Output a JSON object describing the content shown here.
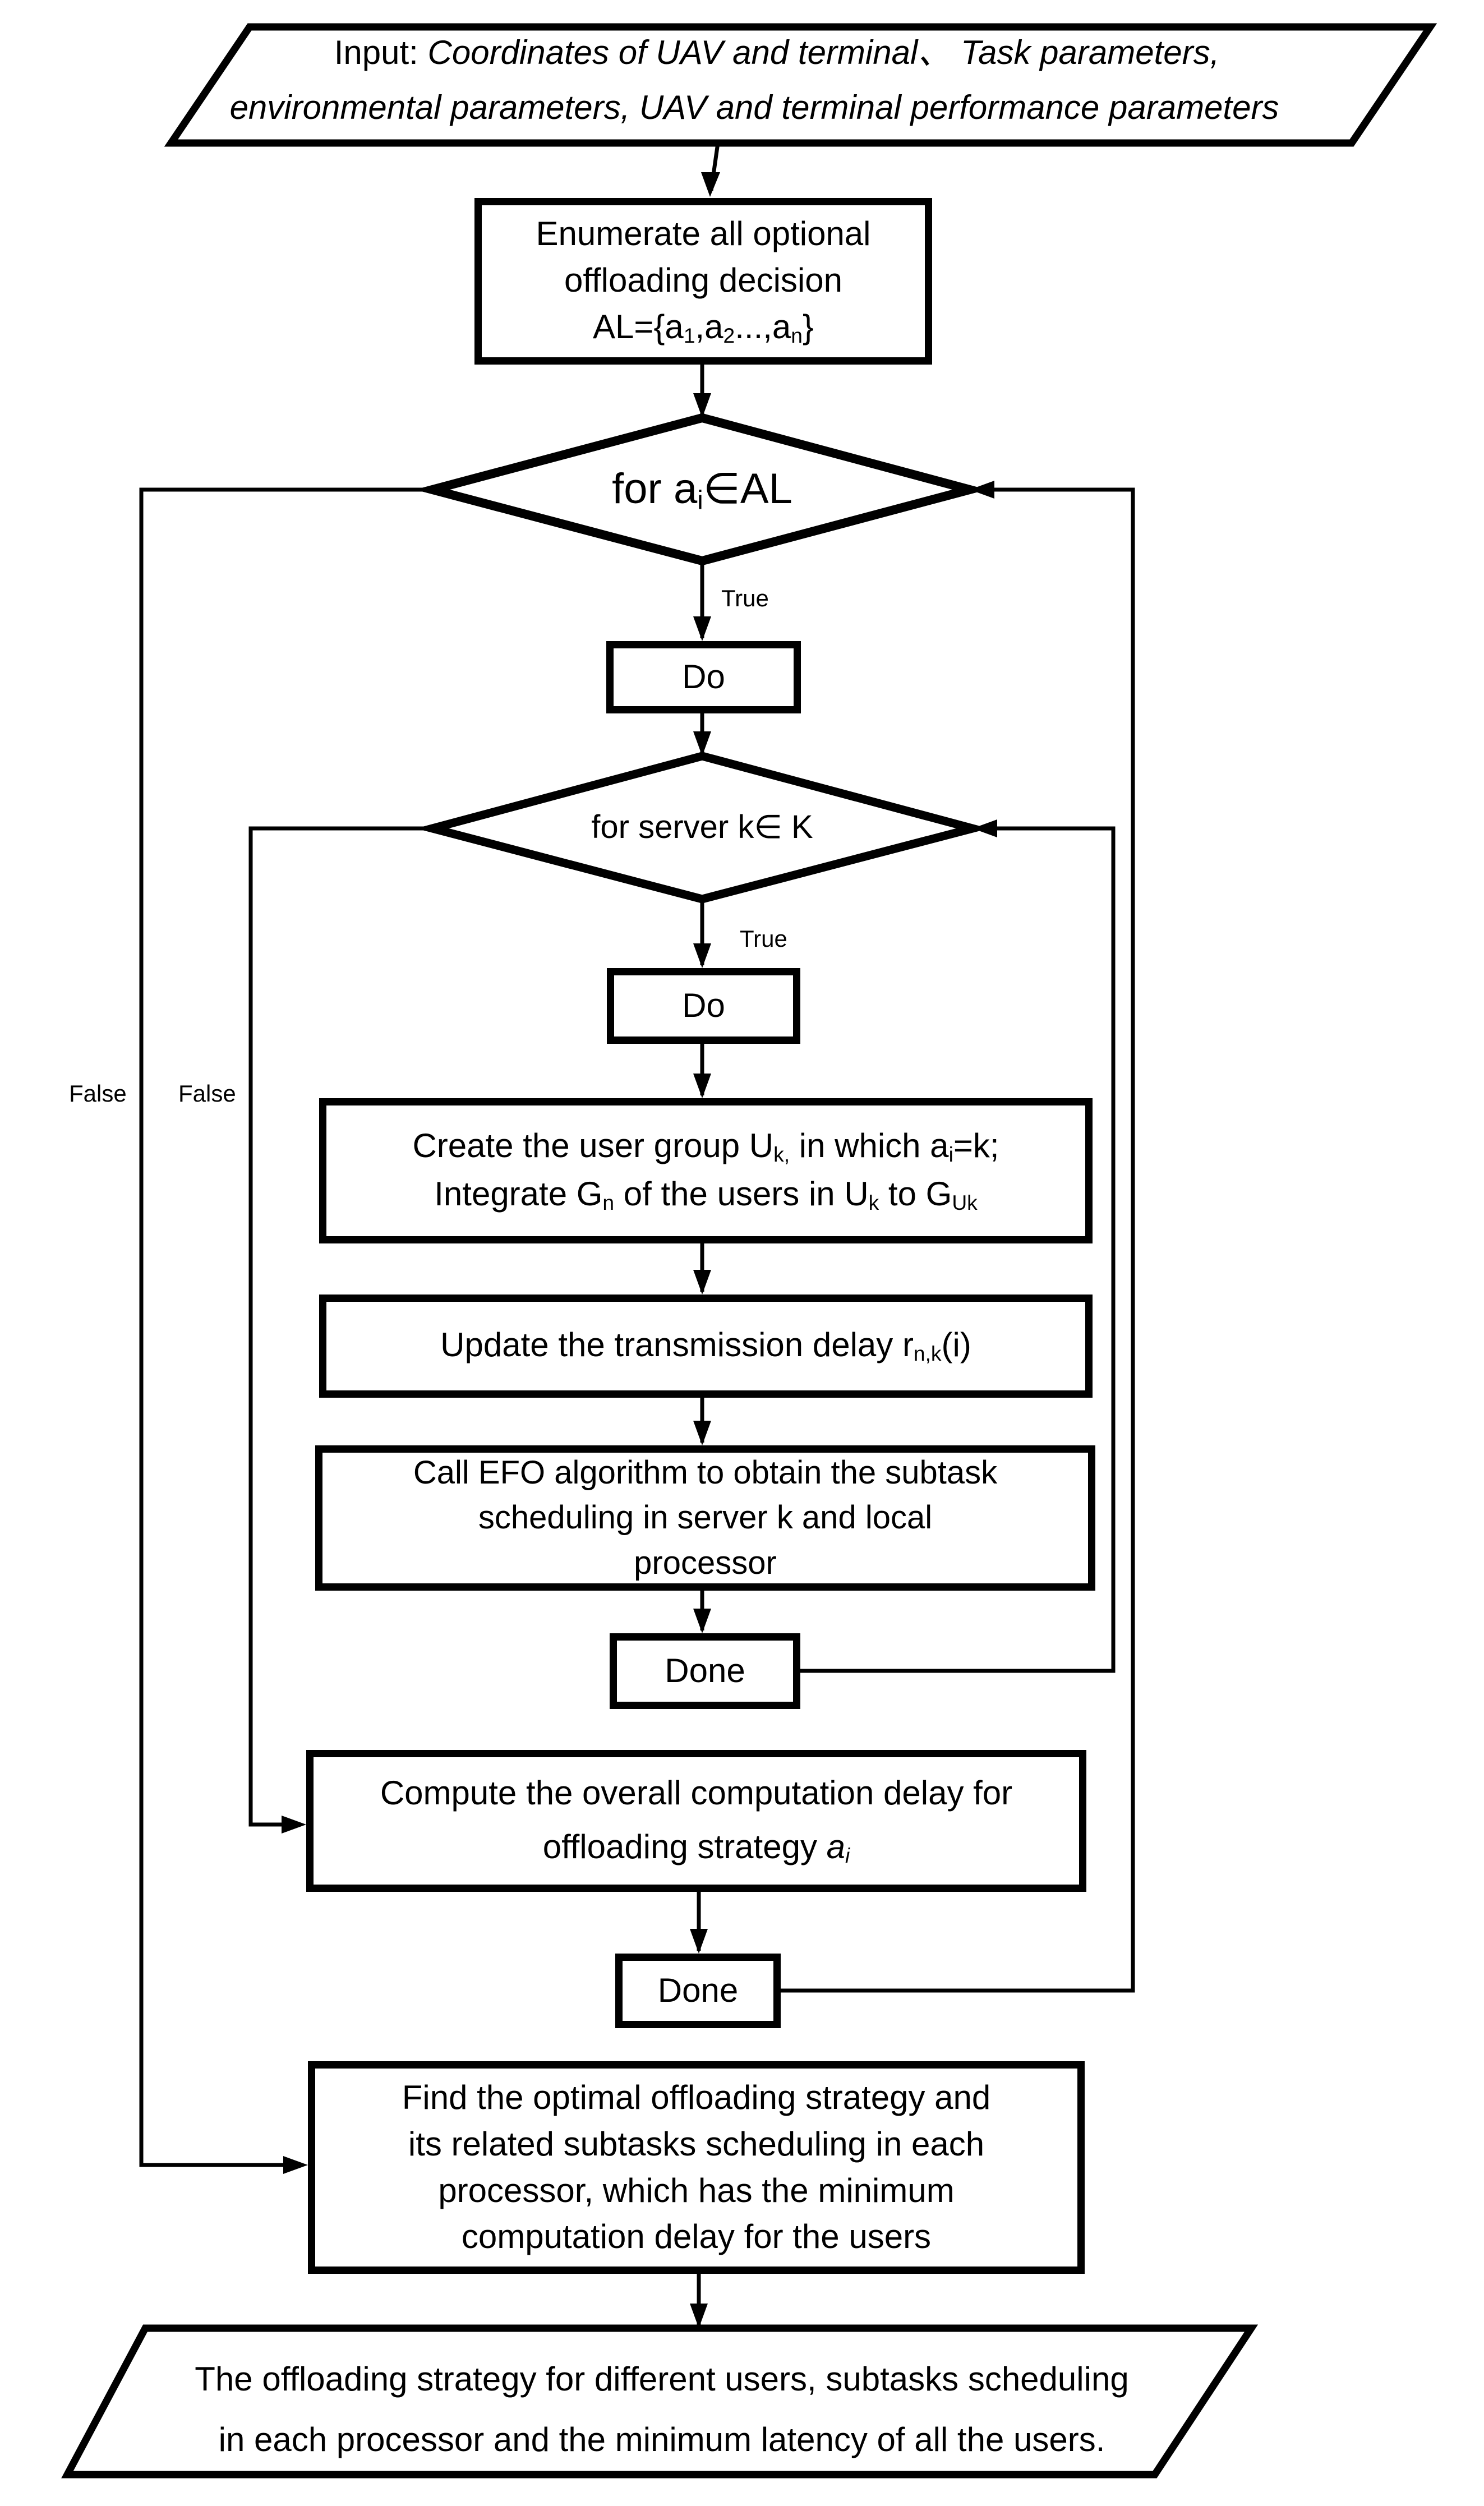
{
  "colors": {
    "line": "#000000",
    "fill": "#ffffff",
    "background": "#ffffff"
  },
  "flow": {
    "input": {
      "line1": [
        {
          "k": "t",
          "v": "Input: "
        },
        {
          "k": "i",
          "v": "Coordinates of UAV and terminal、 Task parameters,"
        }
      ],
      "line2": [
        {
          "k": "i",
          "v": "environmental parameters, UAV and terminal performance parameters"
        }
      ]
    },
    "enumerate": {
      "line1": "Enumerate all optional",
      "line2": "offloading decision",
      "line3": [
        {
          "k": "t",
          "v": "AL={a"
        },
        {
          "k": "sub",
          "v": "1"
        },
        {
          "k": "t",
          "v": ",a"
        },
        {
          "k": "sub",
          "v": "2"
        },
        {
          "k": "t",
          "v": "...,a"
        },
        {
          "k": "sub",
          "v": "n"
        },
        {
          "k": "t",
          "v": "}"
        }
      ]
    },
    "loop_ai": {
      "label": [
        {
          "k": "t",
          "v": "for a"
        },
        {
          "k": "sub",
          "v": "i"
        },
        {
          "k": "t",
          "v": "∈AL"
        }
      ],
      "true_label": "True",
      "false_label": "False"
    },
    "do1": {
      "label": "Do"
    },
    "loop_server": {
      "label": "for server k∈ K",
      "true_label": "True",
      "false_label": "False"
    },
    "do2": {
      "label": "Do"
    },
    "create": {
      "line1": [
        {
          "k": "t",
          "v": "Create the user group U"
        },
        {
          "k": "sub",
          "v": "k,"
        },
        {
          "k": "t",
          "v": " in which a"
        },
        {
          "k": "sub",
          "v": "i"
        },
        {
          "k": "t",
          "v": "=k;"
        }
      ],
      "line2": [
        {
          "k": "t",
          "v": "Integrate G"
        },
        {
          "k": "sub",
          "v": "n"
        },
        {
          "k": "t",
          "v": " of the users in U"
        },
        {
          "k": "sub",
          "v": "k"
        },
        {
          "k": "t",
          "v": " to G"
        },
        {
          "k": "sub",
          "v": "Uk"
        }
      ]
    },
    "update": {
      "line1": [
        {
          "k": "t",
          "v": "Update the transmission delay r"
        },
        {
          "k": "sub",
          "v": "n,k"
        },
        {
          "k": "t",
          "v": "(i)"
        }
      ]
    },
    "efo": {
      "line1": "Call EFO algorithm to obtain the subtask",
      "line2": "scheduling in server k and local",
      "line3": "processor"
    },
    "done1": {
      "label": "Done"
    },
    "compute": {
      "line1": "Compute the overall computation delay for",
      "line2": [
        {
          "k": "t",
          "v": "offloading strategy "
        },
        {
          "k": "i",
          "v": "a"
        },
        {
          "k": "isub",
          "v": "i"
        }
      ]
    },
    "done2": {
      "label": "Done"
    },
    "find": {
      "line1": "Find the optimal offloading strategy and",
      "line2": "its related subtasks scheduling in each",
      "line3": "processor, which has the minimum",
      "line4": "computation delay for the users"
    },
    "output": {
      "line1": "The offloading strategy for different users, subtasks scheduling",
      "line2": "in each processor and the minimum latency of all the users."
    }
  }
}
